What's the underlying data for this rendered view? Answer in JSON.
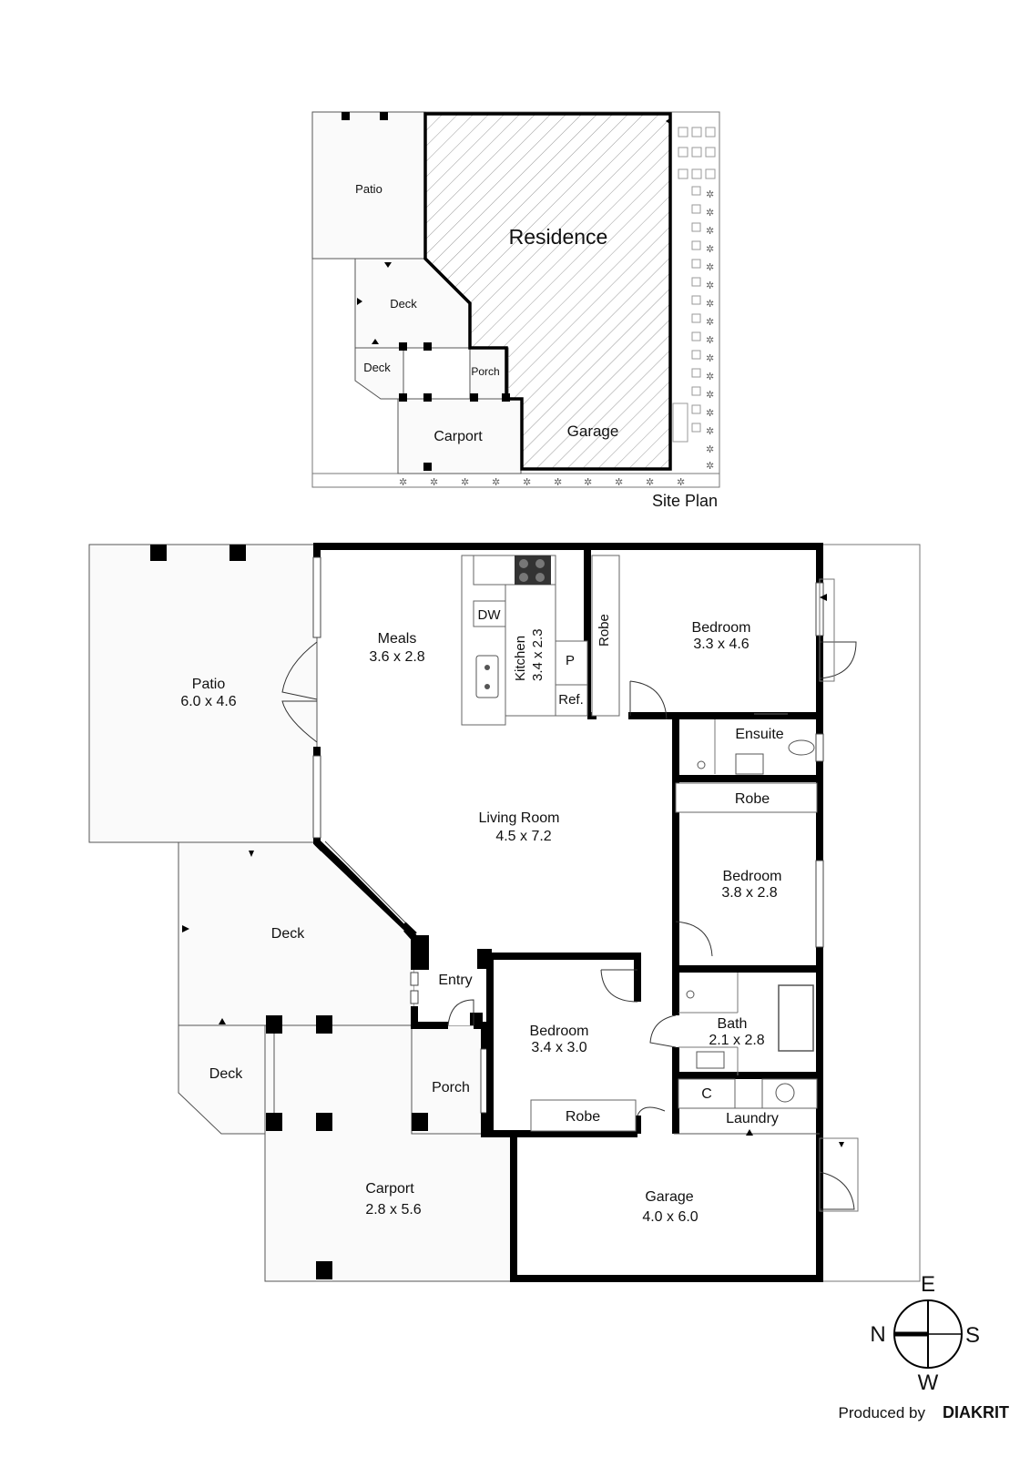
{
  "site_plan": {
    "title": "Site Plan",
    "rooms": {
      "patio": "Patio",
      "residence": "Residence",
      "deck_upper": "Deck",
      "deck_lower": "Deck",
      "porch": "Porch",
      "carport": "Carport",
      "garage": "Garage"
    }
  },
  "floor_plan": {
    "patio": {
      "name": "Patio",
      "size": "6.0 x 4.6"
    },
    "meals": {
      "name": "Meals",
      "size": "3.6 x 2.8"
    },
    "dw": "DW",
    "kitchen": {
      "name": "Kitchen",
      "size": "3.4 x 2.3"
    },
    "pantry": "P",
    "fridge": "Ref.",
    "robe_vertical": "Robe",
    "bedroom1": {
      "name": "Bedroom",
      "size": "3.3 x 4.6"
    },
    "ensuite": "Ensuite",
    "robe_2": "Robe",
    "living": {
      "name": "Living Room",
      "size": "4.5 x 7.2"
    },
    "bedroom2": {
      "name": "Bedroom",
      "size": "3.8 x 2.8"
    },
    "deck_upper": "Deck",
    "entry": "Entry",
    "bedroom3": {
      "name": "Bedroom",
      "size": "3.4 x 3.0"
    },
    "robe_3": "Robe",
    "bath": {
      "name": "Bath",
      "size": "2.1 x 2.8"
    },
    "deck_lower": "Deck",
    "porch": "Porch",
    "cupboard": "C",
    "laundry": "Laundry",
    "carport": {
      "name": "Carport",
      "size": "2.8 x 5.6"
    },
    "garage": {
      "name": "Garage",
      "size": "4.0 x 6.0"
    }
  },
  "compass": {
    "north": "N",
    "south": "S",
    "east": "E",
    "west": "W"
  },
  "credit": {
    "prefix": "Produced by",
    "brand": "DIAKRIT"
  }
}
